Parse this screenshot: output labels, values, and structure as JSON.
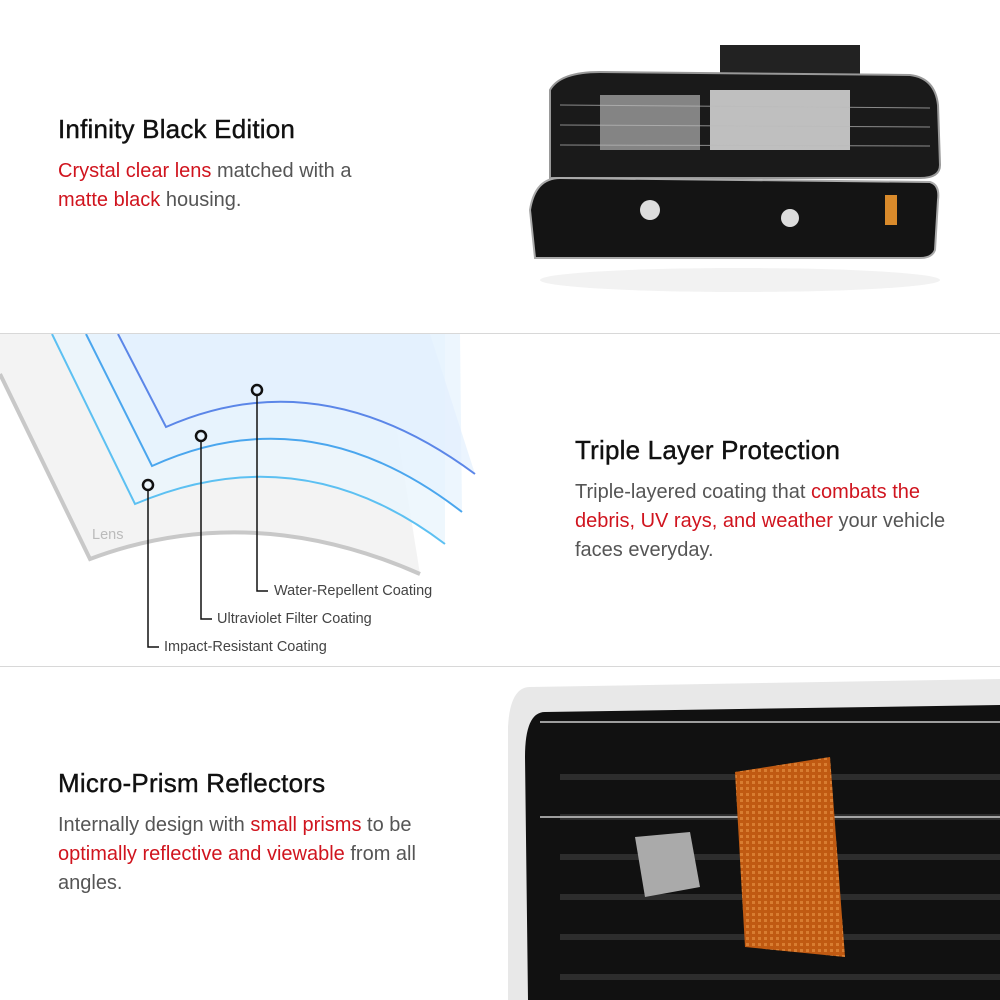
{
  "sections": [
    {
      "title": "Infinity Black Edition",
      "body": [
        {
          "text": "Crystal clear lens",
          "highlight": true
        },
        {
          "text": " matched with a ",
          "highlight": false
        },
        {
          "text": "matte black",
          "highlight": true
        },
        {
          "text": " housing.",
          "highlight": false
        }
      ]
    },
    {
      "title": "Triple Layer Protection",
      "body": [
        {
          "text": "Triple-layered coating that ",
          "highlight": false
        },
        {
          "text": "combats the debris, UV rays, and weather",
          "highlight": true
        },
        {
          "text": " your vehicle faces everyday.",
          "highlight": false
        }
      ],
      "diagram": {
        "lens_label": "Lens",
        "callouts": [
          "Water-Repellent Coating",
          "Ultraviolet Filter Coating",
          "Impact-Resistant Coating"
        ]
      }
    },
    {
      "title": "Micro-Prism Reflectors",
      "body": [
        {
          "text": "Internally design with ",
          "highlight": false
        },
        {
          "text": "small prisms",
          "highlight": true
        },
        {
          "text": " to be ",
          "highlight": false
        },
        {
          "text": "optimally reflective and viewable",
          "highlight": true
        },
        {
          "text": " from all angles.",
          "highlight": false
        }
      ]
    }
  ],
  "colors": {
    "accent": "#d0141e",
    "text": "#555555",
    "title": "#111111"
  }
}
